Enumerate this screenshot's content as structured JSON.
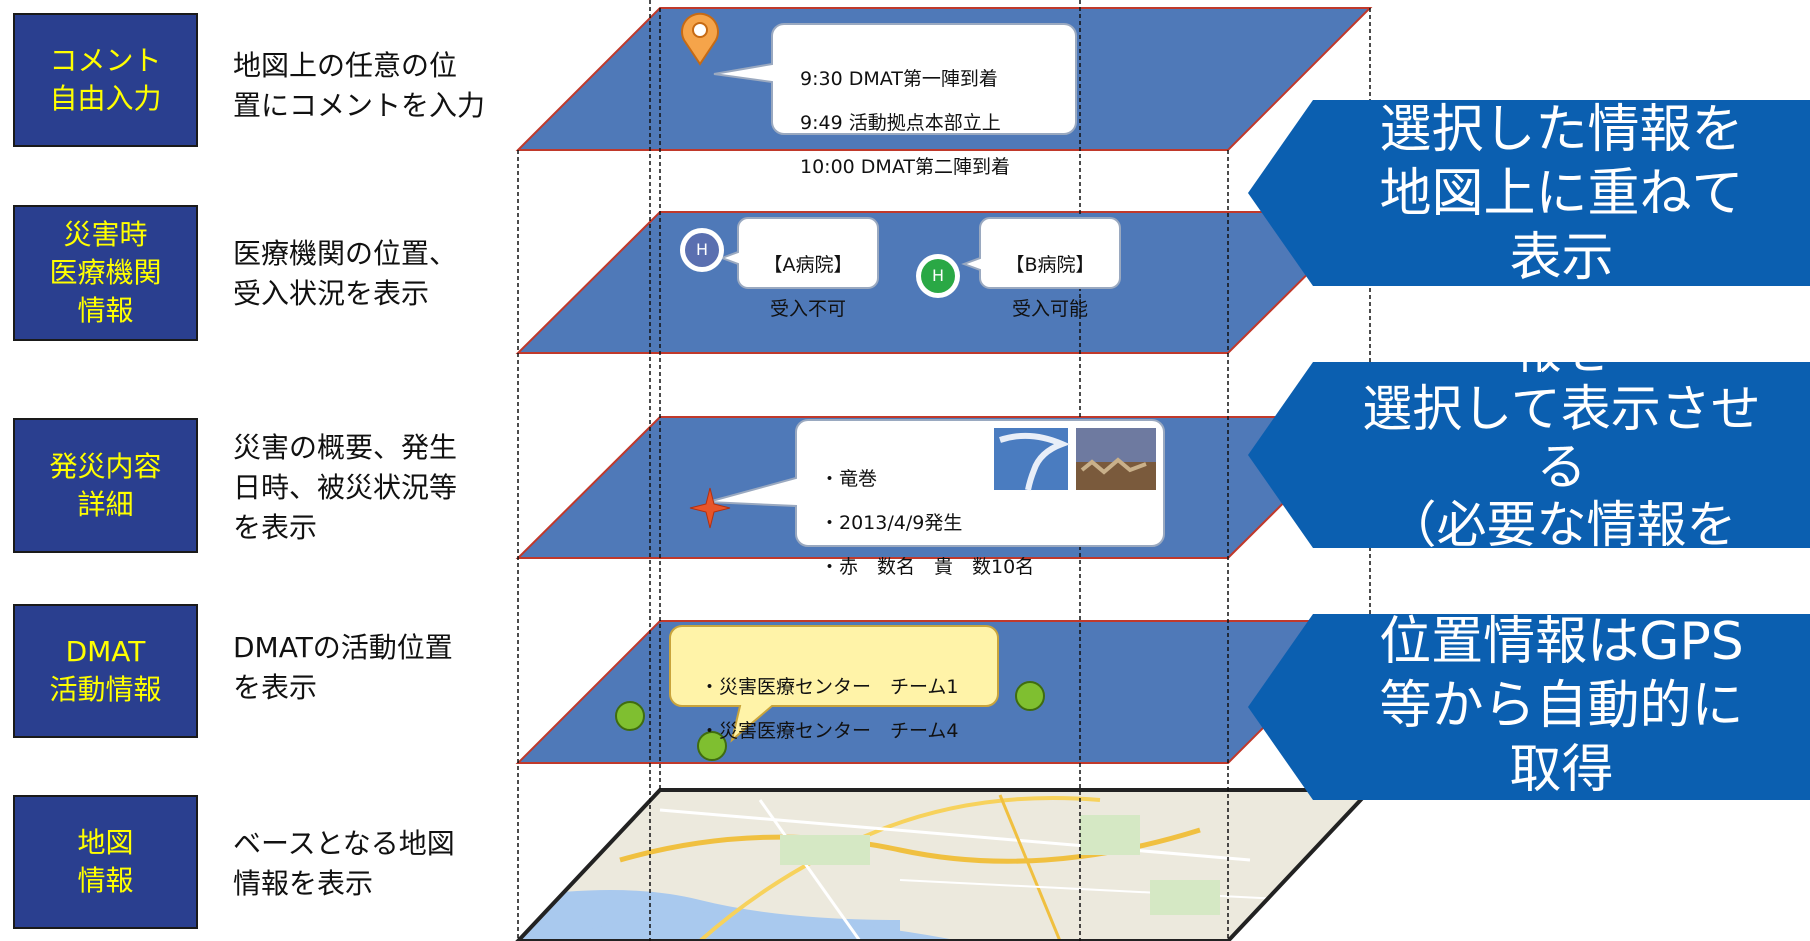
{
  "layers": [
    {
      "label": "コメント\n自由入力",
      "desc": "地図上の任意の位\n置にコメントを入力"
    },
    {
      "label": "災害時\n医療機関\n情報",
      "desc": "医療機関の位置、\n受入状況を表示"
    },
    {
      "label": "発災内容\n詳細",
      "desc": "災害の概要、発生\n日時、被災状況等\nを表示"
    },
    {
      "label": "DMAT\n活動情報",
      "desc": "DMATの活動位置\nを表示"
    },
    {
      "label": "地図\n情報",
      "desc": "ベースとなる地図\n情報を表示"
    }
  ],
  "comment_callout": {
    "lines": [
      "9:30  DMAT第一陣到着",
      "9:49  活動拠点本部立上",
      "10:00  DMAT第二陣到着"
    ]
  },
  "hospitals": [
    {
      "name": "【A病院】",
      "status": "受入不可",
      "marker": "H",
      "color": "#5a6fb0"
    },
    {
      "name": "【B病院】",
      "status": "受入可能",
      "marker": "H",
      "color": "#2aa845"
    }
  ],
  "disaster_callout": {
    "lines": [
      "・竜巻",
      "・2013/4/9発生",
      "・赤　数名　貴　数10名"
    ]
  },
  "dmat_callout": {
    "lines": [
      "・災害医療センター　チーム1",
      "・災害医療センター　チーム4"
    ]
  },
  "arrows": [
    {
      "text": "選択した情報を\n地図上に重ねて\n表示"
    },
    {
      "text": "報を\n選択して表示させ\nる\n（必要な情報を"
    },
    {
      "text": "位置情報はGPS\n等から自動的に\n取得"
    }
  ],
  "colors": {
    "layer_fill": "#4f79b8",
    "layer_edge": "#c0392b",
    "label_bg": "#2a3f8f",
    "label_text": "#ffff00",
    "arrow": "#0b5fb0"
  }
}
